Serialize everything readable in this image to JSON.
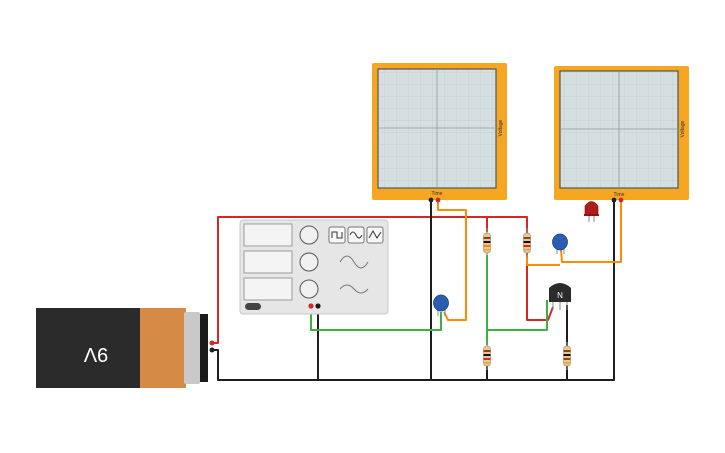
{
  "battery": {
    "label": "9V"
  },
  "oscilloscopes": [
    {
      "time_label": "Time",
      "voltage_label": "Voltage"
    },
    {
      "time_label": "Time",
      "voltage_label": "Voltage"
    }
  ],
  "transistor": {
    "label": "N"
  },
  "colors": {
    "scope_frame": "#f5a623",
    "scope_screen": "#d5dfe0",
    "wire_red": "#d62728",
    "wire_black": "#1e1e1e",
    "wire_green": "#3cb043",
    "wire_orange": "#ff8c00",
    "capacitor": "#2a5db0",
    "led": "#b01c1c"
  }
}
